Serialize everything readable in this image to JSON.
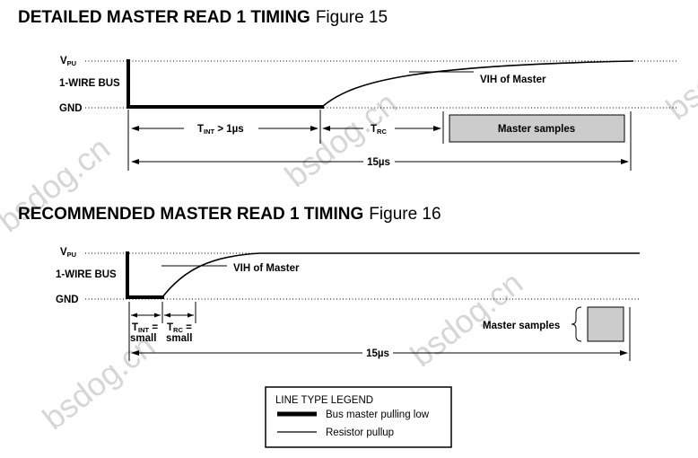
{
  "watermark": "bsdog.cn",
  "figure15": {
    "title_bold": "DETAILED MASTER READ 1 TIMING",
    "title_normal": "Figure 15",
    "vpu_main": "V",
    "vpu_sub": "PU",
    "bus_label": "1-WIRE BUS",
    "gnd_label": "GND",
    "vih_label": "VIH of Master",
    "tint_main": "T",
    "tint_sub": "INT",
    "tint_rest": " > 1µs",
    "trc_main": "T",
    "trc_sub": "RC",
    "samples_label": "Master samples",
    "span_label": "15µs"
  },
  "figure16": {
    "title_bold": "RECOMMENDED MASTER READ 1 TIMING",
    "title_normal": "Figure 16",
    "vpu_main": "V",
    "vpu_sub": "PU",
    "bus_label": "1-WIRE BUS",
    "gnd_label": "GND",
    "vih_label": "VIH of Master",
    "tint_main": "T",
    "tint_sub": "INT",
    "tint_eq": " =",
    "tint_value": "small",
    "trc_main": "T",
    "trc_sub": "RC",
    "trc_eq": " =",
    "trc_value": "small",
    "samples_label": "Master samples",
    "span_label": "15µs"
  },
  "legend": {
    "title": "LINE TYPE LEGEND",
    "items": [
      {
        "style": "thick",
        "label": "Bus master pulling low"
      },
      {
        "style": "thin",
        "label": "Resistor pullup"
      }
    ]
  },
  "colors": {
    "sample_box_fill": "#cccccc",
    "watermark": "#d6d6d6"
  }
}
